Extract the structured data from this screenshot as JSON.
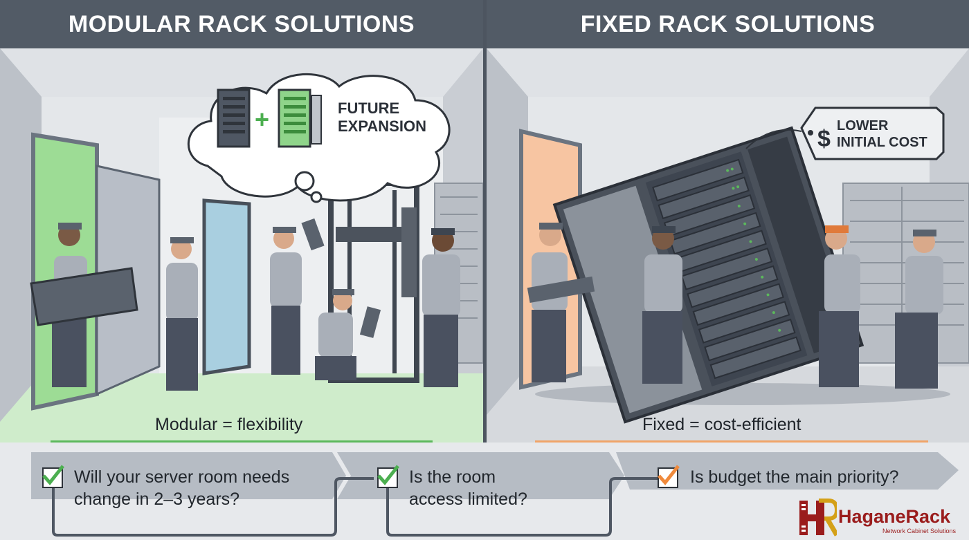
{
  "left_panel": {
    "title": "MODULAR RACK SOLUTIONS",
    "thought_bubble": {
      "line1": "FUTURE",
      "line2": "EXPANSION"
    },
    "caption": "Modular = flexibility",
    "accent_color": "#5cb85c"
  },
  "right_panel": {
    "title": "FIXED RACK SOLUTIONS",
    "price_tag": {
      "symbol": "$",
      "line1": "LOWER",
      "line2": "INITIAL COST"
    },
    "caption": "Fixed = cost-efficient",
    "accent_color": "#f0a468"
  },
  "questions": [
    {
      "line1": "Will your server room needs",
      "line2": "change in 2–3 years?",
      "check_color": "#4caf50"
    },
    {
      "line1": "Is the room",
      "line2": "access limited?",
      "check_color": "#4caf50"
    },
    {
      "line1": "Is budget the main priority?",
      "line2": "",
      "check_color": "#f08a3c"
    }
  ],
  "logo": {
    "name": "HaganeRack",
    "tagline": "Network Cabinet Solutions",
    "color": "#9a1c1c"
  }
}
